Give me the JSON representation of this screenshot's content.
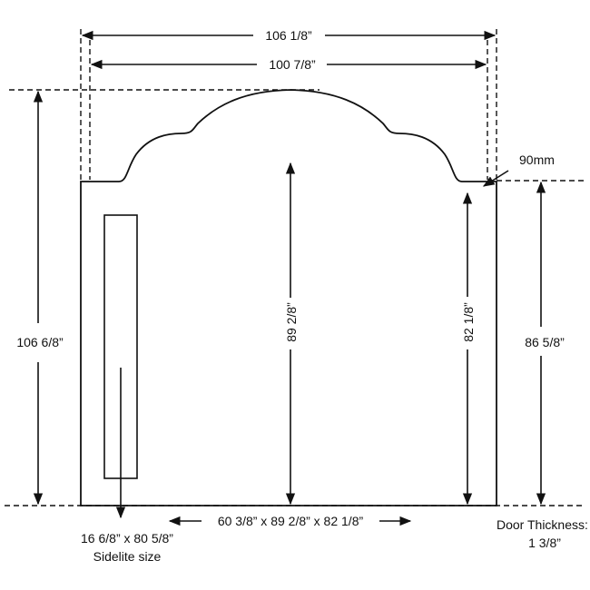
{
  "dimensions": {
    "top_overall_width": "106 1/8”",
    "top_inner_width": "100 7/8”",
    "left_total_height": "106 6/8”",
    "center_height": "89 2/8”",
    "right_inner_height": "82 1/8”",
    "right_outer_height": "86 5/8”",
    "corner_offset": "90mm",
    "bottom_summary": "60 3/8” x 89 2/8” x 82 1/8”"
  },
  "sidelite": {
    "size": "16 6/8” x 80 5/8”",
    "caption": "Sidelite size"
  },
  "door_thickness": {
    "label": "Door Thickness:",
    "value": "1 3/8”"
  }
}
